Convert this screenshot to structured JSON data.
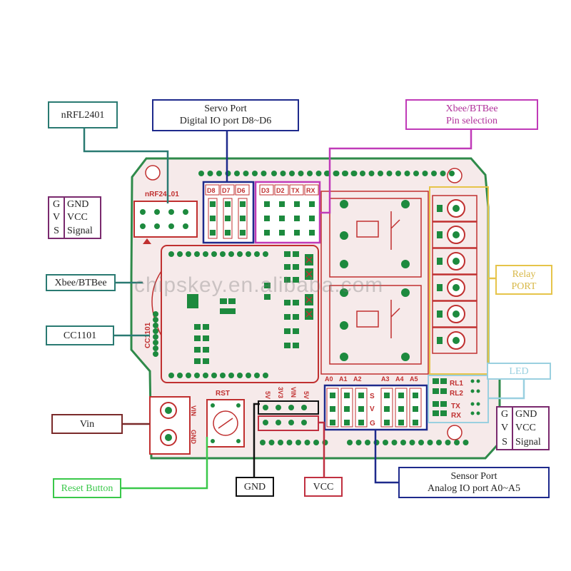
{
  "callouts": {
    "nrf": "nRFL2401",
    "servo_title": "Servo Port",
    "servo_sub": "Digital IO port D8~D6",
    "xbee_pin_title": "Xbee/BTBee",
    "xbee_pin_sub": "Pin selection",
    "xbee": "Xbee/BTBee",
    "cc1101": "CC1101",
    "vin": "Vin",
    "reset": "Reset Button",
    "gnd": "GND",
    "vcc": "VCC",
    "sensor_title": "Sensor Port",
    "sensor_sub": "Analog IO port A0~A5",
    "relay_title": "Relay",
    "relay_sub": "PORT",
    "led": "LED"
  },
  "gvs_left": {
    "letters": [
      "G",
      "V",
      "S"
    ],
    "names": [
      "GND",
      "VCC",
      "Signal"
    ]
  },
  "gvs_right": {
    "letters": [
      "G",
      "V",
      "S"
    ],
    "names": [
      "GND",
      "VCC",
      "Signal"
    ]
  },
  "silkscreen": {
    "nrf": "nRF24L01",
    "d8": "D8",
    "d7": "D7",
    "d6": "D6",
    "d3": "D3",
    "d2": "D2",
    "tx": "TX",
    "rx": "RX",
    "cc1101": "CC1101",
    "rst": "RST",
    "vin": "VIN",
    "gnd": "GND",
    "a0": "A0",
    "a1": "A1",
    "a2": "A2",
    "a3": "A3",
    "a4": "A4",
    "a5": "A5",
    "s": "S",
    "v": "V",
    "g": "G",
    "rl1": "RL1",
    "rl2": "RL2",
    "ltx": "TX",
    "lrx": "RX",
    "p5v": "5V",
    "p33v": "3V3",
    "pvin": "VIN",
    "p5v2": "5V"
  },
  "watermark": "chipskey.en.alibaba.com",
  "colors": {
    "board_fill": "#f6eaea",
    "board_outline": "#2f8a4a",
    "trace": "#c03030",
    "pad": "#1d8a3e",
    "nrf_line": "#2a7a72",
    "servo_line": "#1e2a8c",
    "xbee_line": "#c03ab8",
    "relay_box": "#e6c44a",
    "led_box": "#9ad0e0",
    "vin_line": "#7a2a2a",
    "reset_line": "#3ac84a",
    "gnd_line": "#111111",
    "vcc_line": "#c03040",
    "sensor_line": "#1e2a8c"
  }
}
